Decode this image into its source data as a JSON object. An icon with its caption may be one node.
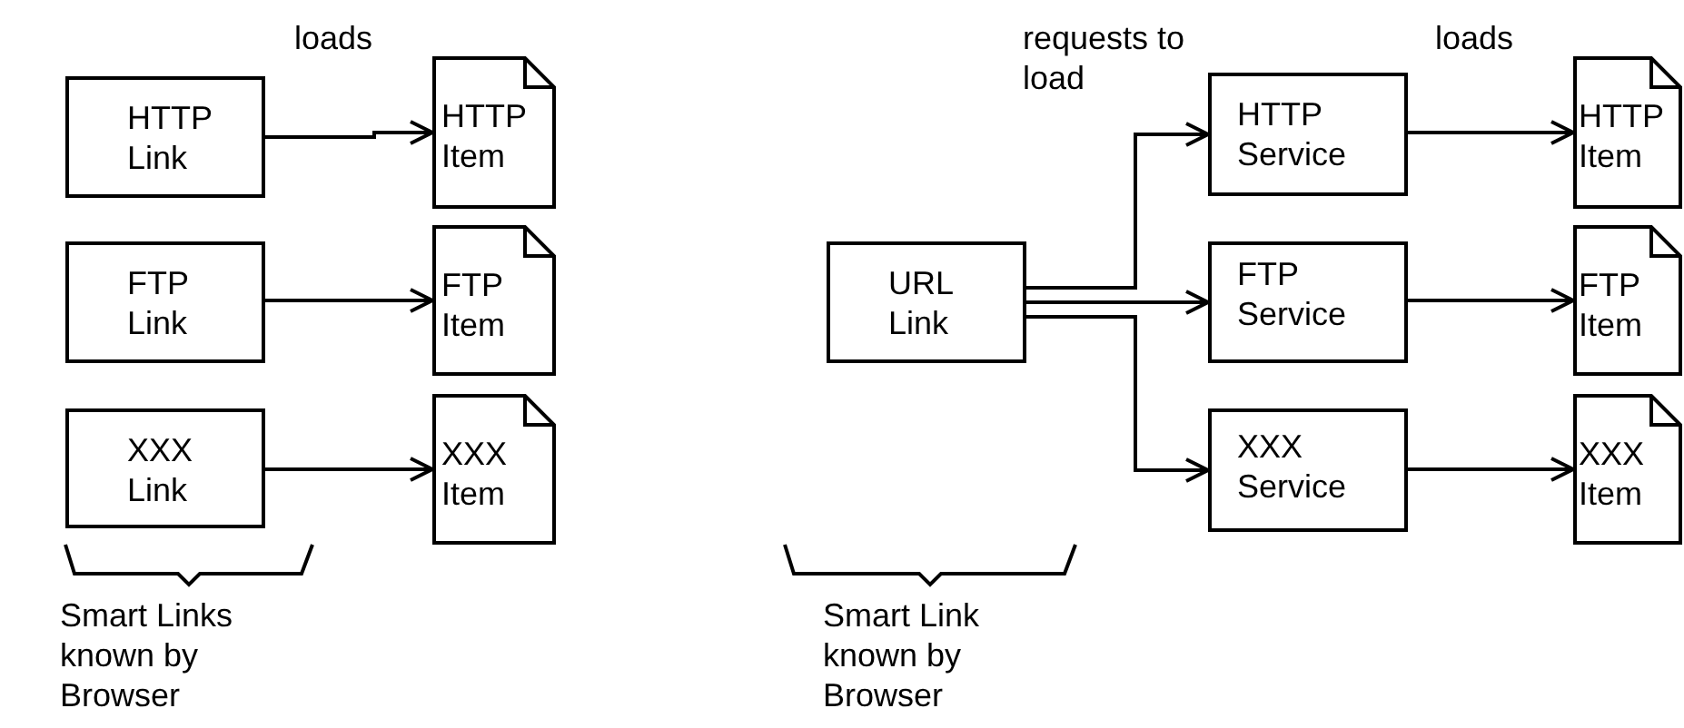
{
  "diagram": {
    "nodes": [
      {
        "text": [
          "HTTP Link"
        ]
      },
      {
        "text": [
          "HTTP Item"
        ]
      },
      {
        "text": [
          "FTP Link"
        ]
      },
      {
        "text": [
          "FTP Item"
        ]
      },
      {
        "text": [
          "XXX Link"
        ]
      },
      {
        "text": [
          "XXX Item"
        ]
      },
      {
        "text": [
          "URL Link"
        ]
      },
      {
        "text": [
          "HTTP Service"
        ]
      },
      {
        "text": [
          "HTTP Item"
        ]
      },
      {
        "text": [
          "FTP Service"
        ]
      },
      {
        "text": [
          "FTP Item"
        ]
      },
      {
        "text": [
          "XXX Service"
        ]
      },
      {
        "text": [
          "XXX Item"
        ]
      }
    ],
    "edges": [
      {
        "from": 0,
        "to": 1,
        "arrow": "to"
      },
      {
        "from": 2,
        "to": 3,
        "arrow": "to"
      },
      {
        "from": 4,
        "to": 5,
        "arrow": "to"
      },
      {
        "from": 6,
        "to": 7,
        "arrow": "to"
      },
      {
        "from": 6,
        "to": 9,
        "arrow": "to"
      },
      {
        "from": 6,
        "to": 11,
        "arrow": "to"
      },
      {
        "from": 7,
        "to": 8,
        "arrow": "to"
      },
      {
        "from": 9,
        "to": 10,
        "arrow": "to"
      },
      {
        "from": 11,
        "to": 12,
        "arrow": "to"
      }
    ],
    "labels": [
      "loads",
      "requests to load",
      "loads",
      "Smart Links known by Browser",
      "Smart Link known by Browser"
    ]
  }
}
